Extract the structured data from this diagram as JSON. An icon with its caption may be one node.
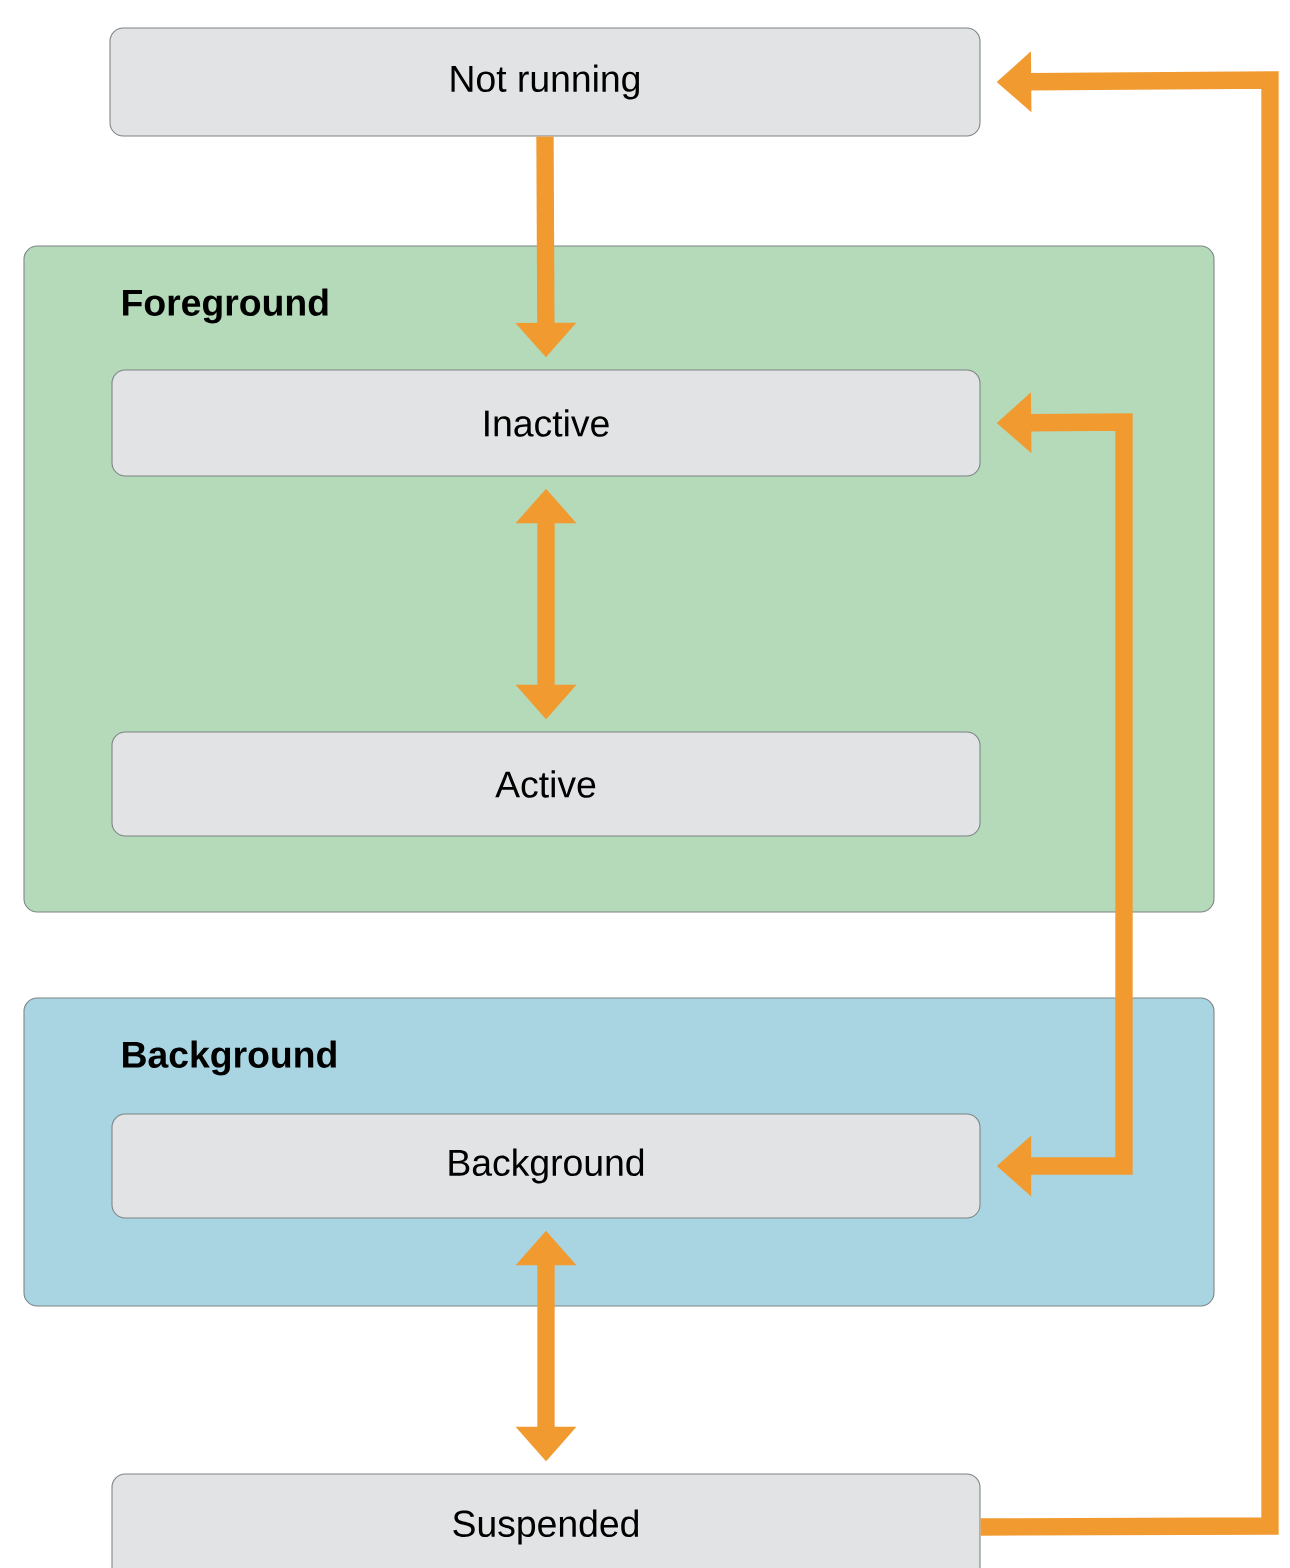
{
  "diagram": {
    "nodes": [
      {
        "text": [
          "Not running"
        ]
      },
      {
        "text": [
          "Foreground"
        ]
      },
      {
        "text": [
          "Inactive"
        ],
        "in": 1
      },
      {
        "text": [
          "Active"
        ],
        "in": 1
      },
      {
        "text": [
          "Background"
        ]
      },
      {
        "text": [
          "Background"
        ],
        "in": 4
      },
      {
        "text": [
          "Suspended"
        ]
      }
    ],
    "edges": [
      {
        "from": 0,
        "to": 2,
        "arrow": "to"
      },
      {
        "from": 2,
        "to": 3,
        "arrow": "both"
      },
      {
        "from": 2,
        "to": 5,
        "arrow": "both"
      },
      {
        "from": 5,
        "to": 6,
        "arrow": "both"
      },
      {
        "from": 6,
        "to": 0,
        "arrow": "to"
      }
    ]
  }
}
